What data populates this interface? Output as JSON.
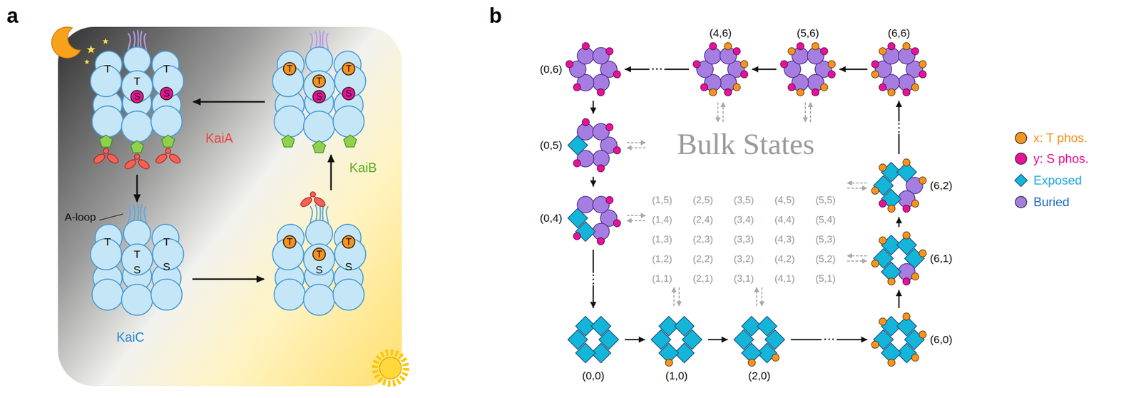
{
  "diagram": {
    "nodes": [
      {
        "text": [
          "(0,6)"
        ]
      },
      {
        "text": [
          "(4,6)"
        ]
      },
      {
        "text": [
          "(5,6)"
        ]
      },
      {
        "text": [
          "(6,6)"
        ]
      },
      {
        "text": [
          "(0,5)"
        ]
      },
      {
        "text": [
          "(6,2)"
        ]
      },
      {
        "text": [
          "(0,4)"
        ]
      },
      {
        "text": [
          "(6,1)"
        ]
      },
      {
        "text": [
          "(0,0)"
        ]
      },
      {
        "text": [
          "(1,0)"
        ]
      },
      {
        "text": [
          "(2,0)"
        ]
      },
      {
        "text": [
          "(6,0)"
        ]
      }
    ],
    "edges": [
      {
        "from": 8,
        "to": 9,
        "arrow": "to"
      },
      {
        "from": 9,
        "to": 10,
        "arrow": "to"
      },
      {
        "from": 10,
        "to": 11,
        "arrow": "to",
        "label": "···"
      },
      {
        "from": 11,
        "to": 7,
        "arrow": "to"
      },
      {
        "from": 7,
        "to": 5,
        "arrow": "to"
      },
      {
        "from": 5,
        "to": 3,
        "arrow": "to",
        "label": "⋮"
      },
      {
        "from": 3,
        "to": 2,
        "arrow": "to"
      },
      {
        "from": 2,
        "to": 1,
        "arrow": "to"
      },
      {
        "from": 1,
        "to": 0,
        "arrow": "to",
        "label": "···"
      },
      {
        "from": 0,
        "to": 4,
        "arrow": "to"
      },
      {
        "from": 4,
        "to": 6,
        "arrow": "to"
      },
      {
        "from": 6,
        "to": 8,
        "arrow": "to",
        "label": "⋮"
      }
    ],
    "labels": [
      "a",
      "T",
      "T",
      "T",
      "S",
      "S",
      "T",
      "T",
      "T",
      "S",
      "S",
      "KaiA",
      "KaiB",
      "A-loop",
      "T",
      "T",
      "T",
      "S",
      "S",
      "T",
      "T",
      "T",
      "S",
      "S",
      "KaiC",
      "b",
      "Bulk States",
      "(1,5)",
      "(2,5)",
      "(3,5)",
      "(4,5)",
      "(5,5)",
      "(1,4)",
      "(2,4)",
      "(3,4)",
      "(4,4)",
      "(5,4)",
      "(1,3)",
      "(2,3)",
      "(3,3)",
      "(4,3)",
      "(5,3)",
      "(1,2)",
      "(2,2)",
      "(3,2)",
      "(4,2)",
      "(5,2)",
      "(1,1)",
      "(2,1)",
      "(3,1)",
      "(4,1)",
      "(5,1)"
    ],
    "legend": [
      {
        "text": "x: T phos.",
        "color": "#f7931e"
      },
      {
        "text": "y: S phos.",
        "color": "#e8119a"
      },
      {
        "text": "Exposed",
        "color": "#13b5d8"
      },
      {
        "text": "Buried",
        "color": "#a67de0"
      }
    ]
  }
}
